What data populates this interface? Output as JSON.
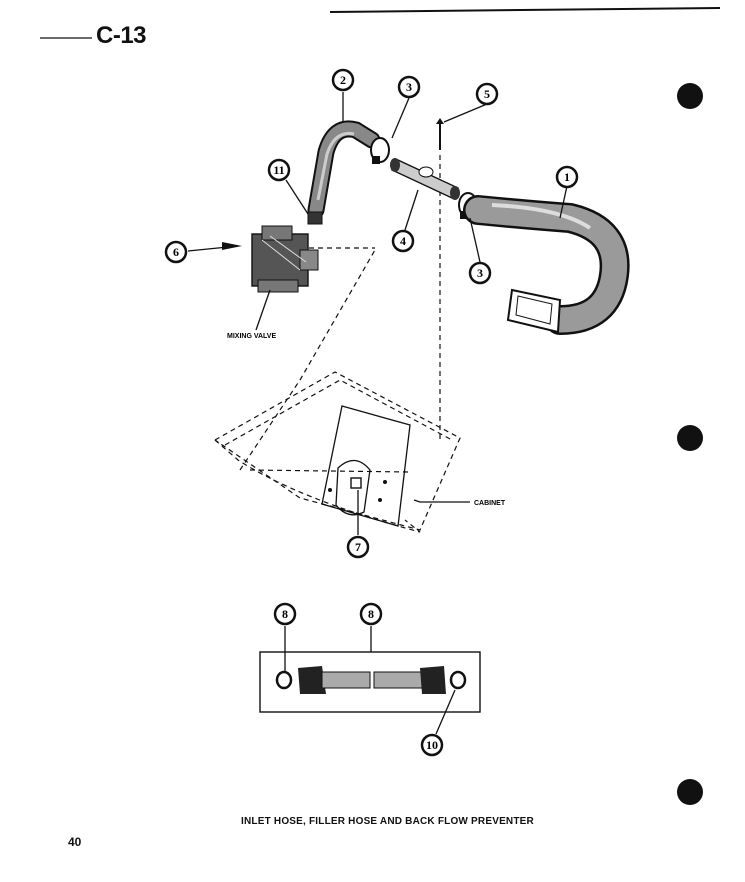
{
  "page_code": "C-13",
  "page_number": "40",
  "caption": "INLET HOSE, FILLER HOSE AND BACK FLOW PREVENTER",
  "labels": {
    "mixing_valve": "MIXING VALVE",
    "cabinet": "CABINET"
  },
  "callouts": {
    "c1": "1",
    "c2": "2",
    "c3a": "3",
    "c3b": "3",
    "c4": "4",
    "c5": "5",
    "c6": "6",
    "c7": "7",
    "c8a": "8",
    "c8b": "8",
    "c10": "10",
    "c11": "11"
  },
  "colors": {
    "ink": "#111111",
    "paper": "#ffffff"
  }
}
